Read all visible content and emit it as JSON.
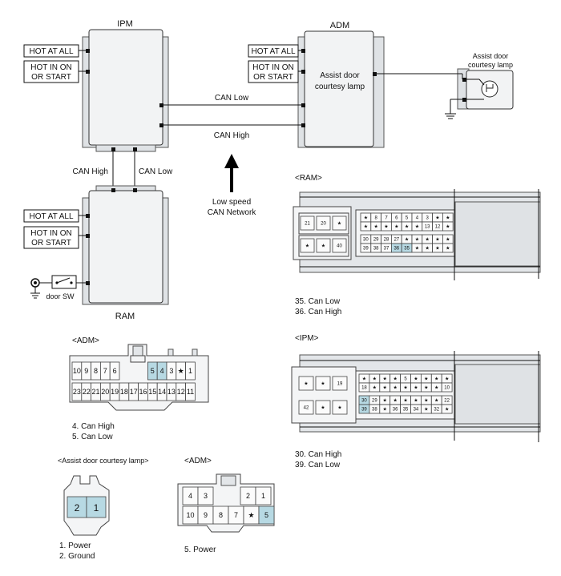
{
  "modules": {
    "ipm": "IPM",
    "adm": "ADM",
    "ram": "RAM",
    "lamp_title_1": "Assist door",
    "lamp_title_2": "courtesy lamp",
    "adm_inner_1": "Assist door",
    "adm_inner_2": "courtesy lamp"
  },
  "labels": {
    "hot_at_all": "HOT AT ALL",
    "hot_in_on_1": "HOT IN ON",
    "hot_in_on_2": "OR START",
    "can_low": "CAN Low",
    "can_high": "CAN High",
    "network_1": "Low speed",
    "network_2": "CAN Network",
    "door_sw": "door SW"
  },
  "connectors": {
    "ram": {
      "title": "<RAM>",
      "left_top": [
        "21",
        "20",
        "★"
      ],
      "left_bottom": [
        "★",
        "★",
        "40"
      ],
      "rows": [
        [
          "★",
          "8",
          "7",
          "6",
          "5",
          "4",
          "3",
          "★",
          "★"
        ],
        [
          "★",
          "★",
          "★",
          "★",
          "★",
          "★",
          "13",
          "12",
          "★"
        ],
        [
          "30",
          "29",
          "28",
          "27",
          "★",
          "★",
          "★",
          "★",
          "★"
        ],
        [
          "39",
          "38",
          "37",
          "36",
          "35",
          "★",
          "★",
          "★",
          "★"
        ]
      ],
      "notes": [
        "35. Can Low",
        "36. Can High"
      ]
    },
    "ipm": {
      "title": "<IPM>",
      "left_top": [
        "★",
        "★",
        "19"
      ],
      "left_bottom": [
        "42",
        "★",
        "★"
      ],
      "rows": [
        [
          "★",
          "★",
          "★",
          "★",
          "5",
          "★",
          "★",
          "★",
          "★"
        ],
        [
          "18",
          "★",
          "★",
          "★",
          "★",
          "★",
          "★",
          "★",
          "10"
        ],
        [
          "30",
          "29",
          "★",
          "★",
          "★",
          "★",
          "★",
          "★",
          "22"
        ],
        [
          "39",
          "38",
          "★",
          "36",
          "35",
          "34",
          "★",
          "32",
          "★"
        ]
      ],
      "notes": [
        "30. Can High",
        "39. Can Low"
      ]
    },
    "adm_big": {
      "title": "<ADM>",
      "row_top": [
        "10",
        "9",
        "8",
        "7",
        "6",
        "",
        "",
        "5",
        "4",
        "3",
        "★",
        "1"
      ],
      "row_bottom": [
        "23",
        "22",
        "21",
        "20",
        "19",
        "18",
        "17",
        "16",
        "15",
        "14",
        "13",
        "12",
        "11"
      ],
      "notes": [
        "4. Can High",
        "5. Can Low"
      ]
    },
    "lamp": {
      "title": "<Assist door courtesy lamp>",
      "pins": [
        "2",
        "1"
      ],
      "notes": [
        "1. Power",
        "2. Ground"
      ]
    },
    "adm_small": {
      "title": "<ADM>",
      "row_top": [
        "4",
        "3",
        "",
        "2",
        "1"
      ],
      "row_bottom": [
        "10",
        "9",
        "8",
        "7",
        "★",
        "5"
      ],
      "notes": [
        "5. Power"
      ]
    }
  },
  "colors": {
    "highlight": "#b7d9e3",
    "module": "#f2f3f4"
  }
}
